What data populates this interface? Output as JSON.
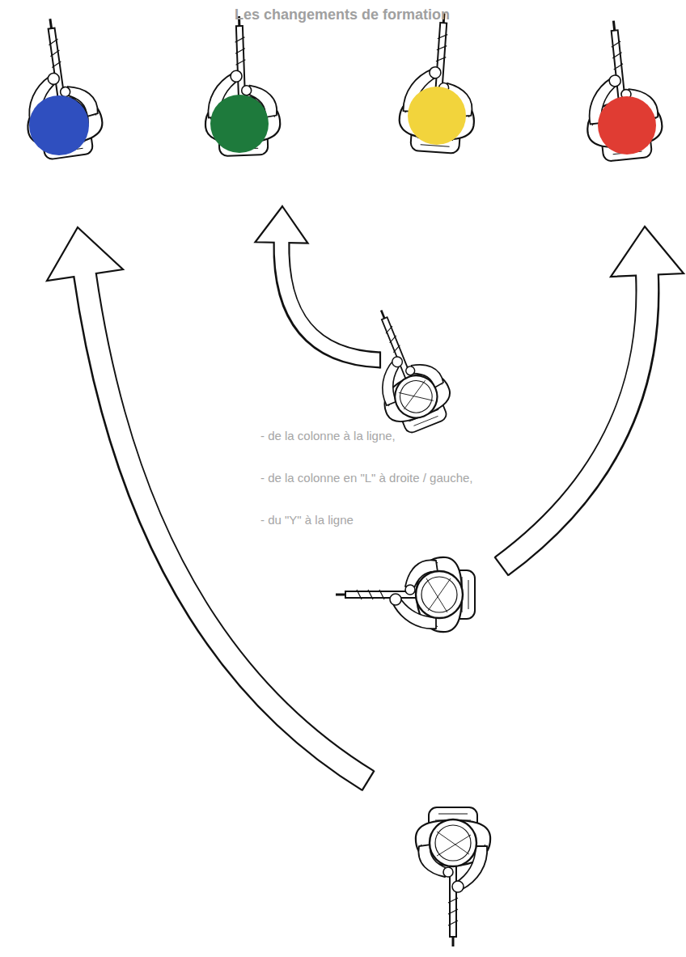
{
  "diagram": {
    "title": "Les changements de formation",
    "labels": [
      "- de la colonne à la ligne,",
      "- de la colonne en \"L\" à droite / gauche,",
      "- du \"Y\" à la ligne"
    ]
  }
}
